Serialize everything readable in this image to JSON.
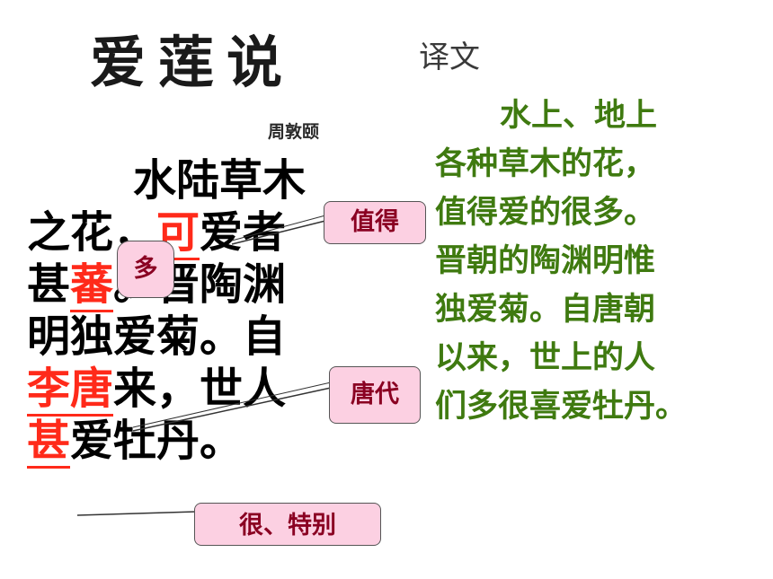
{
  "title": "爱莲说",
  "author": "周敦颐",
  "translation_label": "译文",
  "original": {
    "line1": "水陆草木",
    "line2_a": "之花，",
    "line2_hl": "可",
    "line2_b": "爱者",
    "line3_a": "甚",
    "line3_hl": "蕃",
    "line3_b": "。晋陶渊",
    "line4": "明独爱菊。自",
    "line5_hl": "李唐",
    "line5_b": "来，世人",
    "line6_hl": "甚",
    "line6_b": "爱牡丹。"
  },
  "notes": {
    "zhide": "值得",
    "duo": "多",
    "tangdai": "唐代",
    "hen_tebie": "很、特别"
  },
  "translation": {
    "line1": "水上、地上",
    "line2": "各种草木的花，",
    "line3": "值得爱的很多。",
    "line4": "晋朝的陶渊明惟",
    "line5": "独爱菊。自唐朝",
    "line6": "以来，世上的人",
    "line7": "们多很喜爱牡丹。"
  },
  "colors": {
    "highlight": "#ff2a1a",
    "translation_text": "#3f7a10",
    "note_fill": "#fcd0e2",
    "note_text": "#8a0022"
  }
}
